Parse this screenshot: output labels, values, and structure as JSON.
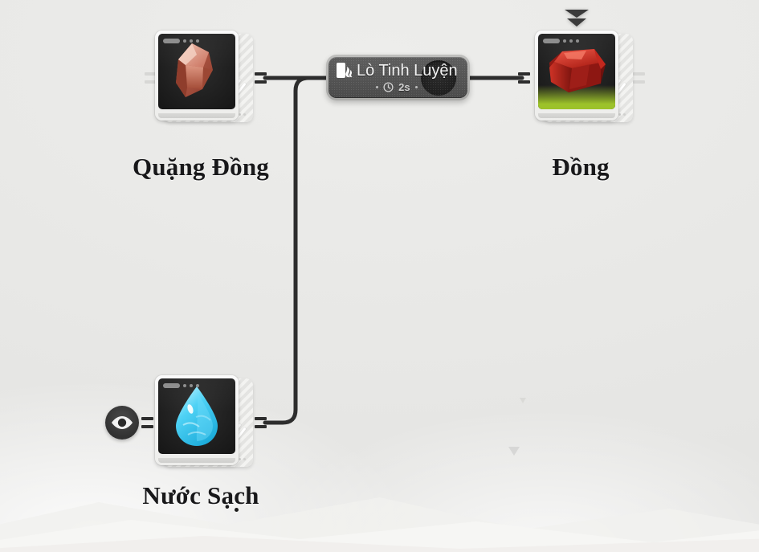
{
  "scene": {
    "background_color": "#e8e8e6",
    "wire_color": "#2d2d2d"
  },
  "machine": {
    "name": "Lò Tinh Luyện",
    "icon": "furnace-icon",
    "duration": "2s",
    "clock_icon": "clock-icon",
    "progress_indicator": "progress-dial"
  },
  "nodes": [
    {
      "id": "input-ore",
      "label": "Quặng Đồng",
      "icon": "copper-ore-icon",
      "fill_color": "",
      "fill_percent": 0,
      "header_dots": 3
    },
    {
      "id": "input-water",
      "label": "Nước Sạch",
      "icon": "water-droplet-icon",
      "fill_color": "",
      "fill_percent": 0,
      "header_dots": 3,
      "badge": "eye-icon"
    },
    {
      "id": "output-copper",
      "label": "Đồng",
      "icon": "copper-ingot-icon",
      "fill_color": "#9cc22a",
      "fill_percent": 32,
      "header_dots": 3
    }
  ],
  "icons": {
    "chevron_double_down": "chevron-double-down-icon",
    "eye": "eye-icon",
    "connector": "port-connector"
  }
}
